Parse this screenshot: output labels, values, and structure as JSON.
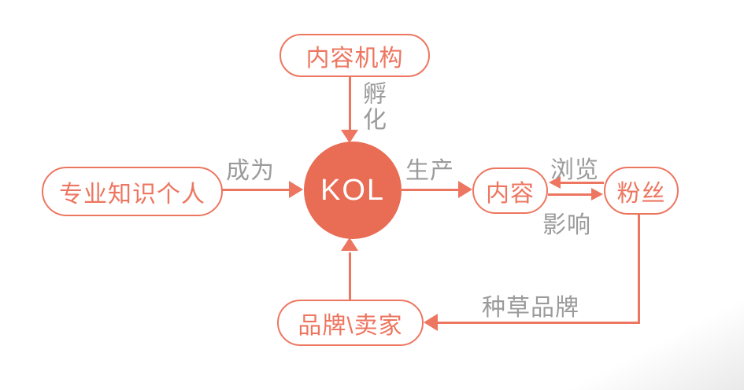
{
  "diagram": {
    "type": "flowchart",
    "nodes": [
      {
        "id": "content-agency",
        "label": "内容机构",
        "shape": "pill"
      },
      {
        "id": "professional-individual",
        "label": "专业知识个人",
        "shape": "pill"
      },
      {
        "id": "kol",
        "label": "KOL",
        "shape": "circle"
      },
      {
        "id": "content",
        "label": "内容",
        "shape": "pill"
      },
      {
        "id": "fans",
        "label": "粉丝",
        "shape": "pill"
      },
      {
        "id": "brand-seller",
        "label": "品牌\\卖家",
        "shape": "pill"
      }
    ],
    "edges": [
      {
        "from": "content-agency",
        "to": "kol",
        "label": "孵化",
        "direction": "down"
      },
      {
        "from": "professional-individual",
        "to": "kol",
        "label": "成为",
        "direction": "right"
      },
      {
        "from": "kol",
        "to": "content",
        "label": "生产",
        "direction": "right"
      },
      {
        "from": "fans",
        "to": "content",
        "label": "浏览",
        "direction": "left"
      },
      {
        "from": "content",
        "to": "fans",
        "label": "影响",
        "direction": "right"
      },
      {
        "from": "fans",
        "to": "brand-seller",
        "label": "种草品牌",
        "direction": "down-left"
      },
      {
        "from": "brand-seller",
        "to": "kol",
        "label": "",
        "direction": "up"
      }
    ],
    "colors": {
      "accent": "#ED7660",
      "node_fill": "#E96C55",
      "label_gray": "#9B9B9B",
      "background": "#FFFFFF"
    }
  }
}
